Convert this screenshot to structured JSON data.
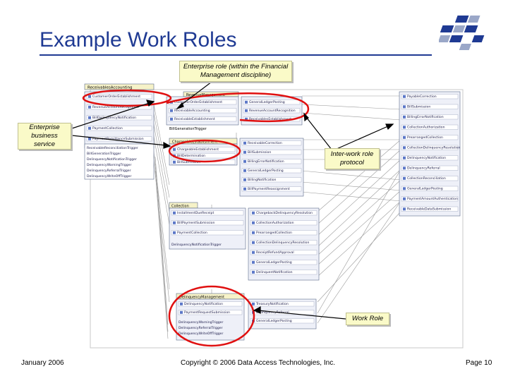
{
  "slide": {
    "title": "Example Work Roles"
  },
  "callouts": {
    "enterprise_role": "Enterprise role (within the Financial Management discipline)",
    "enterprise_service": "Enterprise business service",
    "inter_work_role": "Inter-work role protocol",
    "work_role": "Work Role"
  },
  "diagram": {
    "left_panel": {
      "header": "ReceivablesAccounting",
      "items": [
        "CustomerOrderEstablishment",
        "RevenueAccountRecognition",
        "BillDelinquencyNotification",
        "PaymentCollection",
        "PaymentRemittanceSubmission"
      ],
      "triggers": [
        "ReceivableReconciliationTrigger",
        "BillGenerationTrigger",
        "DelinquencyNotificationTrigger",
        "DelinquencyWarningTrigger",
        "DelinquencyReferralTrigger",
        "DelinquencyWriteOffTrigger"
      ]
    },
    "center_top": {
      "header": "RevenueManagement",
      "items": [
        "CustomerOrderEstablishment",
        "ReceivableAccounting",
        "ReceivableEstablishment"
      ]
    },
    "center_mid": {
      "header": "ChargeableEstablishment",
      "items": [
        "ChargeableEstablishment",
        "BillDetermination",
        "BillSubmission"
      ],
      "trigger": "BillGenerationTrigger"
    },
    "center_right_top": {
      "items": [
        "GeneralLedgerPosting",
        "RevenueAccountRecognition",
        "ReceivablesEstablishment"
      ]
    },
    "center_right_mid": {
      "items": [
        "ReceivableCorrection",
        "BillSubmission",
        "BillingErrorNotification",
        "GeneralLedgerPosting",
        "BillingNotification",
        "BillPaymentReassignment"
      ]
    },
    "collection_group": {
      "header": "Collection",
      "items": [
        "InstallmentDueReceipt",
        "BillPaymentSubmission",
        "PaymentCollection"
      ],
      "trigger": "DelinquencyNotificationTrigger"
    },
    "collection_right": {
      "items": [
        "ChargebackDelinquencyResolution",
        "CollectionAuthorization",
        "PrearrangedCollection",
        "CollectionDelinquencyResolution",
        "ReceiptRefundApproval",
        "GeneralLedgerPosting",
        "DelinquentNotification"
      ]
    },
    "delinquency_group": {
      "header": "DelinquencyManagement",
      "items": [
        "DelinquencyNotification",
        "PaymentRequestSubmission"
      ],
      "triggers": [
        "DelinquencyWarningTrigger",
        "DelinquencyReferralTrigger",
        "DelinquencyWriteOffTrigger"
      ]
    },
    "delinquency_right": {
      "items": [
        "TreasuryNotification",
        "DelinquencyReferral",
        "GeneralLedgerPosting"
      ]
    },
    "right_column": {
      "items": [
        "PayableCorrection",
        "BillSubmission",
        "BillingErrorNotification",
        "CollectionAuthorization",
        "PrearrangedCollection",
        "CollectionDelinquencyResolution",
        "DelinquencyNotification",
        "DelinquencyReferral",
        "CollectionReconciliation",
        "GeneralLedgerPosting",
        "PaymentAmountAuthentication",
        "ReceivableDataSubmission"
      ]
    }
  },
  "footer": {
    "date": "January 2006",
    "copyright": "Copyright © 2006 Data Access Technologies, Inc.",
    "page": "Page 10"
  },
  "colors": {
    "title": "#1f3a93",
    "box_border": "#5a6a8a",
    "box_fill": "#eef0f8",
    "header_fill": "#f6f2c8",
    "highlight": "#e01010",
    "callout_fill": "#fafac8"
  }
}
